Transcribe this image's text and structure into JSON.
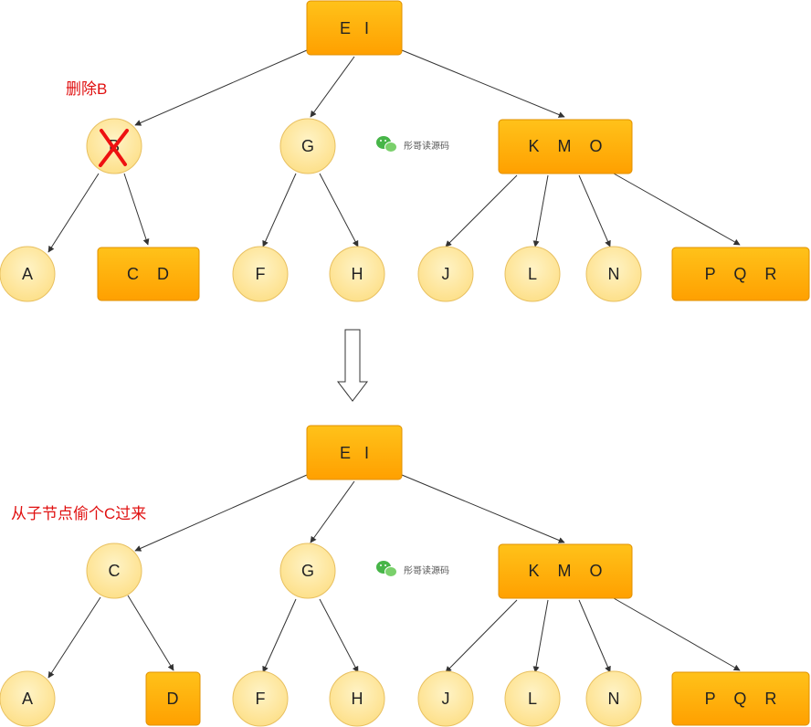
{
  "colors": {
    "box_top": "#ffc21a",
    "box_bottom": "#ffa000",
    "box_stroke": "#e09000",
    "circle_fill_top": "#fff3c6",
    "circle_fill_bottom": "#fde08a",
    "circle_stroke": "#e8c060",
    "edge": "#333333",
    "annotation": "#e01010",
    "cross": "#ee1111"
  },
  "trees": {
    "before": {
      "annotation": "删除B",
      "watermark": "彤哥读源码",
      "nodes": {
        "EI": "E   I",
        "B": "B",
        "G": "G",
        "KMO": "K    M    O",
        "A": "A",
        "CD": "C    D",
        "F": "F",
        "H": "H",
        "J": "J",
        "L": "L",
        "N": "N",
        "PQR": "P    Q    R"
      }
    },
    "after": {
      "annotation": "从子节点偷个C过来",
      "watermark": "彤哥读源码",
      "nodes": {
        "EI": "E   I",
        "C": "C",
        "G": "G",
        "KMO": "K    M    O",
        "A": "A",
        "D": "D",
        "F": "F",
        "H": "H",
        "J": "J",
        "L": "L",
        "N": "N",
        "PQR": "P    Q    R"
      }
    }
  },
  "icons": {
    "wechat": "wechat-icon",
    "cross": "cross-icon",
    "arrow": "down-arrow-icon"
  }
}
